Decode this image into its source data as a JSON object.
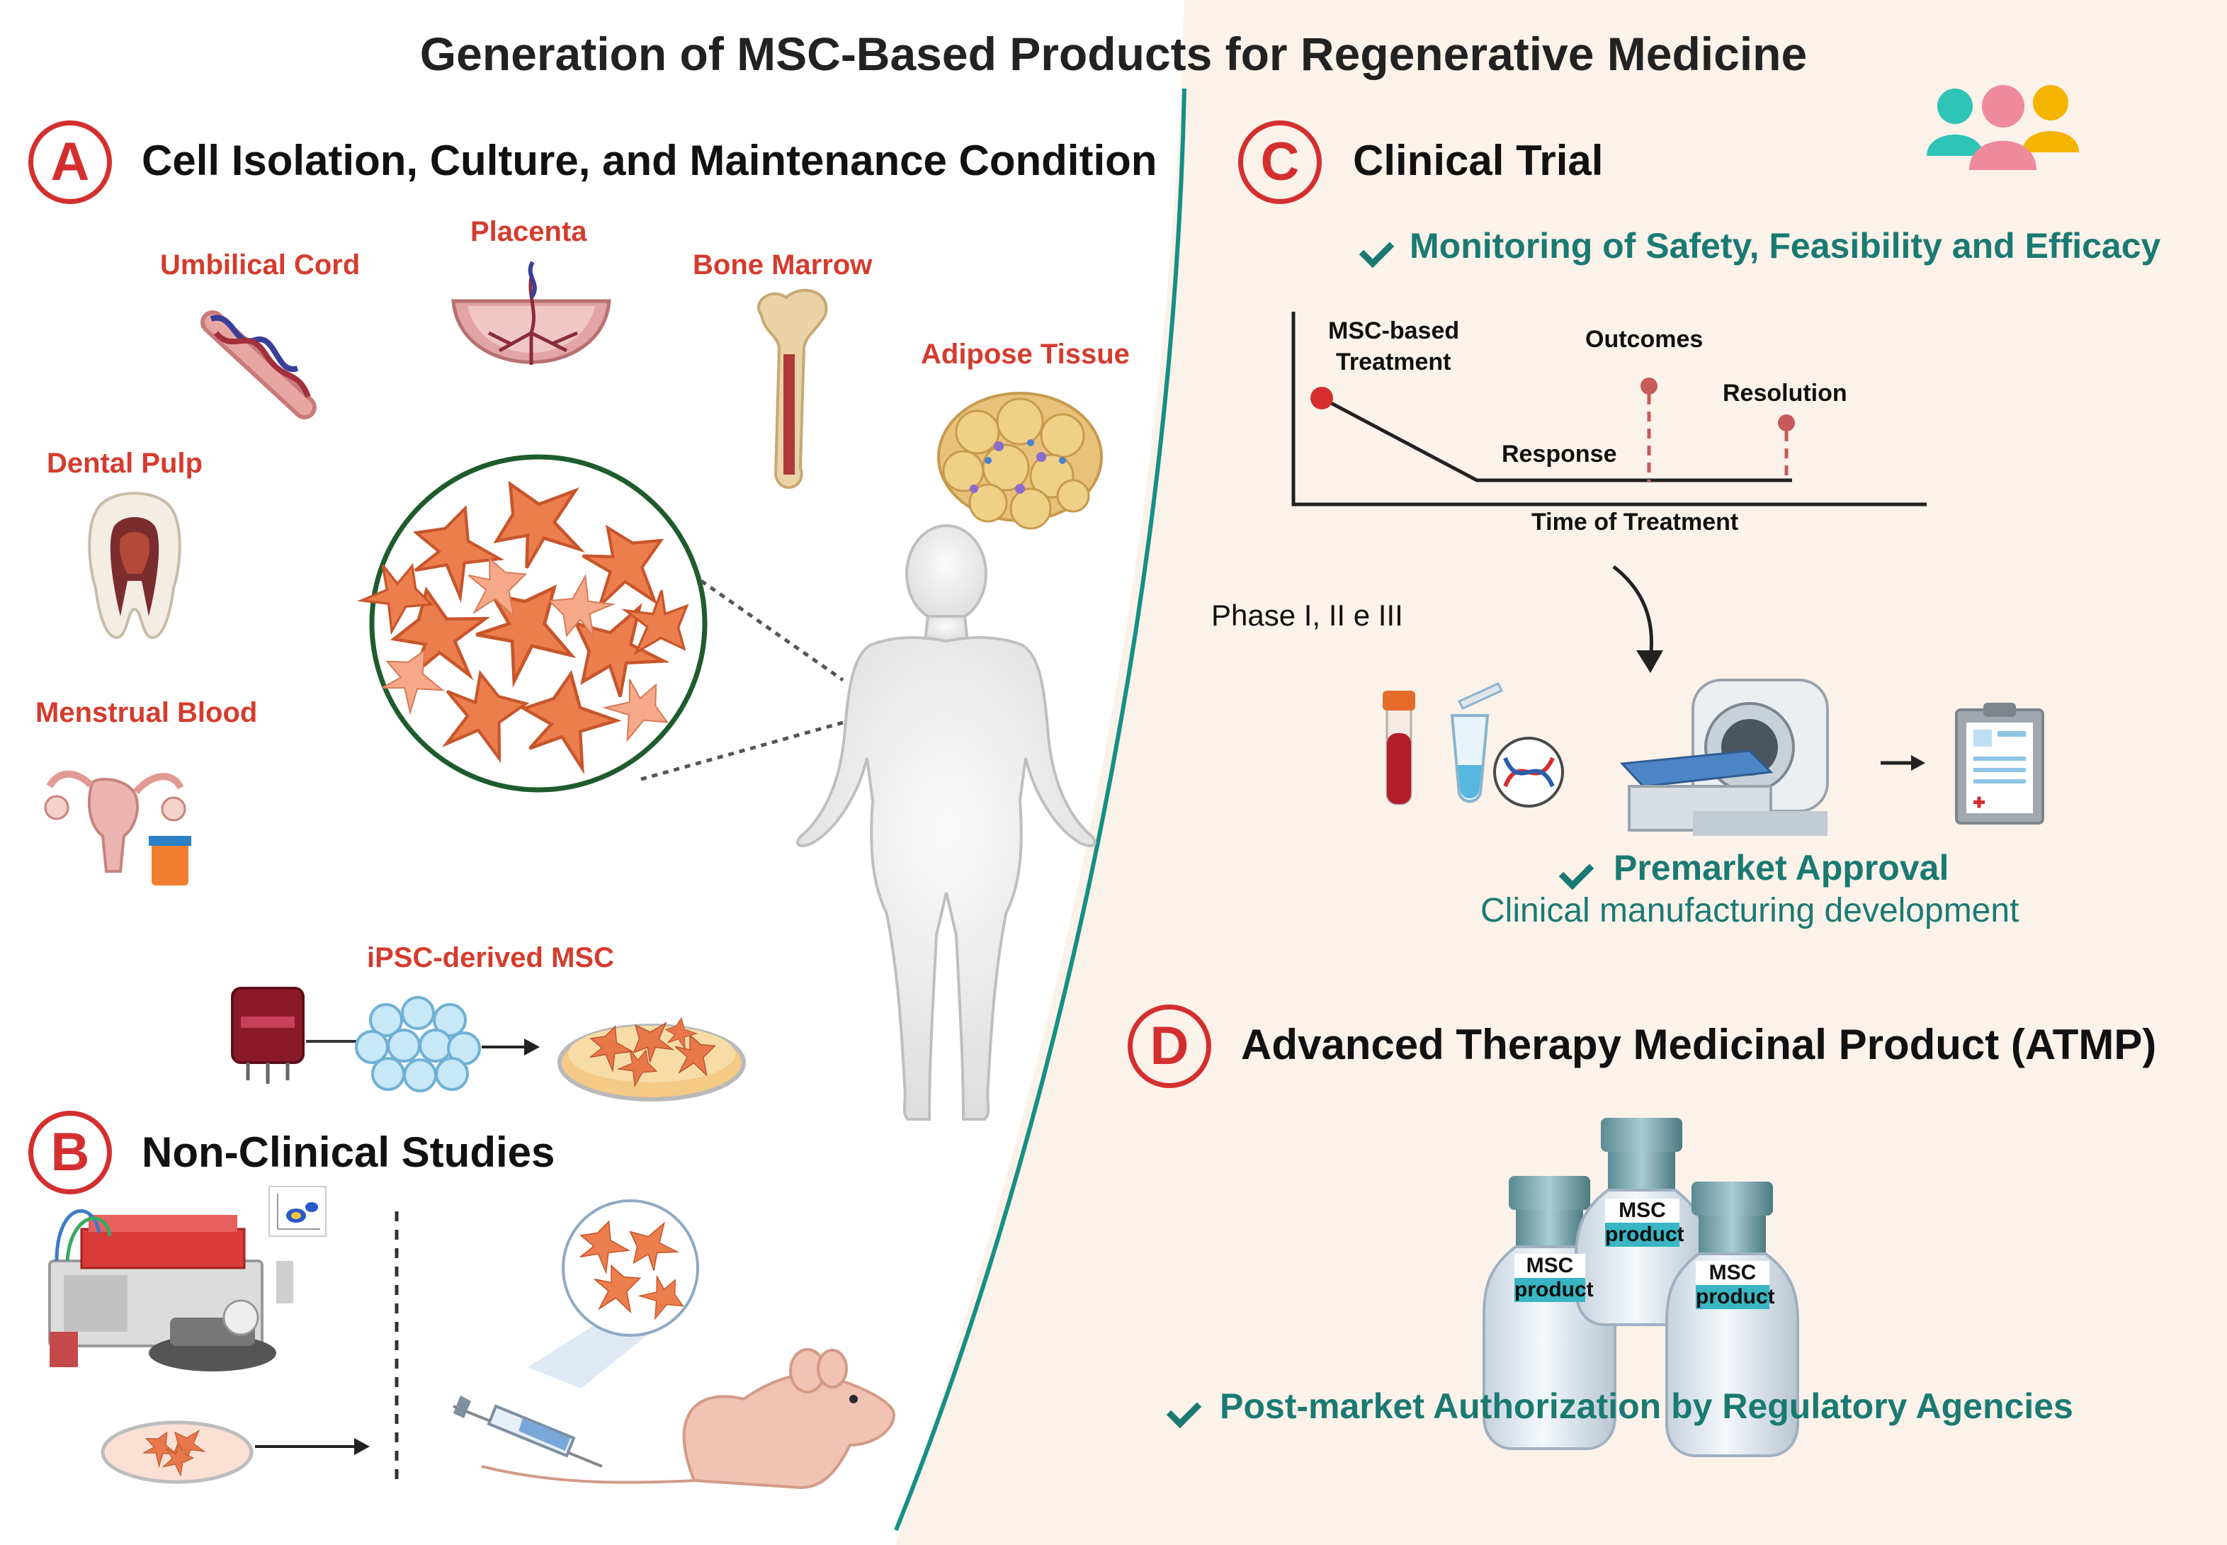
{
  "title": "Generation of MSC-Based Products for Regenerative Medicine",
  "colors": {
    "accent_red": "#d42f2f",
    "teal": "#1a7a72",
    "right_bg": "#fbf2ea",
    "cell_orange": "#e9774a"
  },
  "sections": {
    "a": {
      "badge": "A",
      "heading": "Cell Isolation, Culture, and Maintenance Condition",
      "sources": {
        "umbilical_cord": "Umbilical Cord",
        "placenta": "Placenta",
        "bone_marrow": "Bone Marrow",
        "adipose_tissue": "Adipose Tissue",
        "dental_pulp": "Dental Pulp",
        "menstrual_blood": "Menstrual Blood",
        "ipsc": "iPSC-derived MSC"
      },
      "icons": [
        "umbilical-cord-icon",
        "placenta-icon",
        "bone-icon",
        "adipose-icon",
        "tooth-icon",
        "uterus-icon",
        "blood-bag-icon",
        "stem-cell-cluster-icon",
        "petri-dish-icon",
        "msc-magnified-circle",
        "human-body-icon"
      ]
    },
    "b": {
      "badge": "B",
      "heading": "Non-Clinical Studies",
      "icons": [
        "flow-cytometer-icon",
        "flow-plot-icon",
        "petri-dish-icon",
        "syringe-icon",
        "mouse-icon"
      ]
    },
    "c": {
      "badge": "C",
      "heading": "Clinical Trial",
      "monitoring": "Monitoring of Safety, Feasibility and Efficacy",
      "graph": {
        "treatment_line1": "MSC-based",
        "treatment_line2": "Treatment",
        "outcomes": "Outcomes",
        "resolution": "Resolution",
        "response": "Response",
        "x_axis": "Time of Treatment"
      },
      "phase": "Phase I, II e III",
      "premarket": "Premarket Approval",
      "manufacturing": "Clinical manufacturing development",
      "icons": [
        "people-icon",
        "blood-tube-icon",
        "dna-tube-icon",
        "mri-scanner-icon",
        "clipboard-icon"
      ]
    },
    "d": {
      "badge": "D",
      "heading": "Advanced Therapy Medicinal Product (ATMP)",
      "vial_label_line1": "MSC",
      "vial_label_line2": "product",
      "postmarket": "Post-market Authorization by Regulatory Agencies"
    }
  }
}
